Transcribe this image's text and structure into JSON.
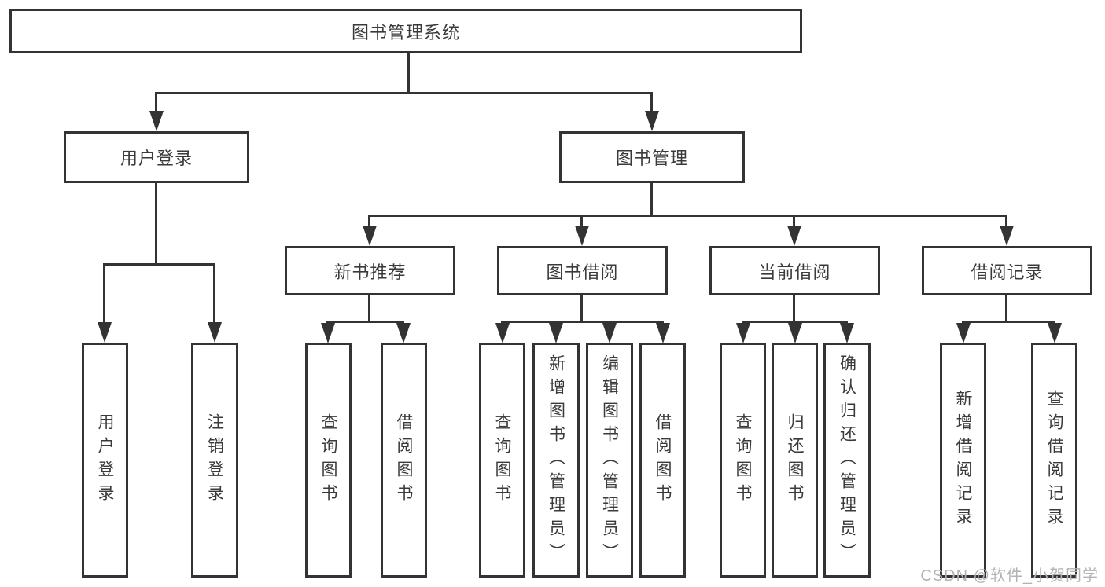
{
  "tree": {
    "root": "图书管理系统",
    "level2": [
      {
        "label": "用户登录",
        "children": [
          "用户登录",
          "注销登录"
        ]
      },
      {
        "label": "图书管理",
        "children": [
          {
            "label": "新书推荐",
            "children": [
              "查询图书",
              "借阅图书"
            ]
          },
          {
            "label": "图书借阅",
            "children": [
              "查询图书",
              "新增图书（管理员）",
              "编辑图书（管理员）",
              "借阅图书"
            ]
          },
          {
            "label": "当前借阅",
            "children": [
              "查询图书",
              "归还图书",
              "确认归还（管理员）"
            ]
          },
          {
            "label": "借阅记录",
            "children": [
              "新增借阅记录",
              "查询借阅记录"
            ]
          }
        ]
      }
    ]
  },
  "watermark": {
    "text": "CSDN @软件_小贺同学"
  },
  "colors": {
    "line": "#333333",
    "box_border": "#333333",
    "box_background": "#ffffff",
    "text": "#3a3a3a",
    "watermark": "#b3b3b3",
    "page_background": "#ffffff"
  }
}
